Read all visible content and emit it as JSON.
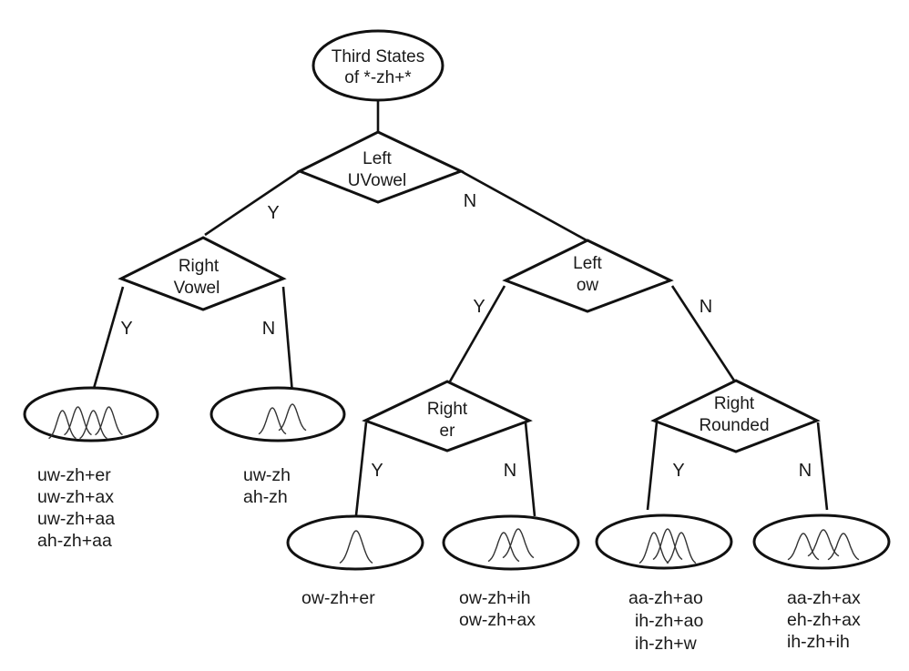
{
  "root": {
    "lines": [
      "Third States",
      "of *-zh+*"
    ]
  },
  "questions": {
    "q_left_uvowel": {
      "lines": [
        "Left",
        "UVowel"
      ]
    },
    "q_right_vowel": {
      "lines": [
        "Right",
        "Vowel"
      ]
    },
    "q_left_ow": {
      "lines": [
        "Left",
        "ow"
      ]
    },
    "q_right_er": {
      "lines": [
        "Right",
        "er"
      ]
    },
    "q_right_rounded": {
      "lines": [
        "Right",
        "Rounded"
      ]
    }
  },
  "branch_labels": {
    "yes": "Y",
    "no": "N"
  },
  "edges": [
    {
      "from": "root",
      "to": "q_left_uvowel",
      "label": ""
    },
    {
      "from": "q_left_uvowel",
      "to": "q_right_vowel",
      "label": "Y"
    },
    {
      "from": "q_left_uvowel",
      "to": "q_left_ow",
      "label": "N"
    },
    {
      "from": "q_right_vowel",
      "to": "leaf_1",
      "label": "Y"
    },
    {
      "from": "q_right_vowel",
      "to": "leaf_2",
      "label": "N"
    },
    {
      "from": "q_left_ow",
      "to": "q_right_er",
      "label": "Y"
    },
    {
      "from": "q_left_ow",
      "to": "q_right_rounded",
      "label": "N"
    },
    {
      "from": "q_right_er",
      "to": "leaf_3",
      "label": "Y"
    },
    {
      "from": "q_right_er",
      "to": "leaf_4",
      "label": "N"
    },
    {
      "from": "q_right_rounded",
      "to": "leaf_5",
      "label": "Y"
    },
    {
      "from": "q_right_rounded",
      "to": "leaf_6",
      "label": "N"
    }
  ],
  "leaves": {
    "leaf_1": {
      "gaussians": 4,
      "states": [
        "uw-zh+er",
        "uw-zh+ax",
        "uw-zh+aa",
        "ah-zh+aa"
      ]
    },
    "leaf_2": {
      "gaussians": 2,
      "states": [
        "uw-zh",
        "ah-zh"
      ]
    },
    "leaf_3": {
      "gaussians": 1,
      "states": [
        "ow-zh+er"
      ]
    },
    "leaf_4": {
      "gaussians": 2,
      "states": [
        "ow-zh+ih",
        "ow-zh+ax"
      ]
    },
    "leaf_5": {
      "gaussians": 3,
      "states": [
        "aa-zh+ao",
        "ih-zh+ao",
        "ih-zh+w"
      ]
    },
    "leaf_6": {
      "gaussians": 3,
      "states": [
        "aa-zh+ax",
        "eh-zh+ax",
        "ih-zh+ih"
      ]
    }
  }
}
